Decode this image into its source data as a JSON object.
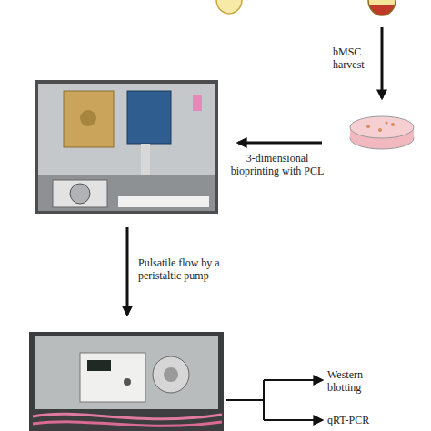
{
  "diagram": {
    "labels": [
      "bMSC harvest",
      "3-dimensional bioprinting with PCL",
      "Pulsatile flow by a peristaltic pump",
      "Western blotting",
      "qRT-PCR"
    ]
  }
}
